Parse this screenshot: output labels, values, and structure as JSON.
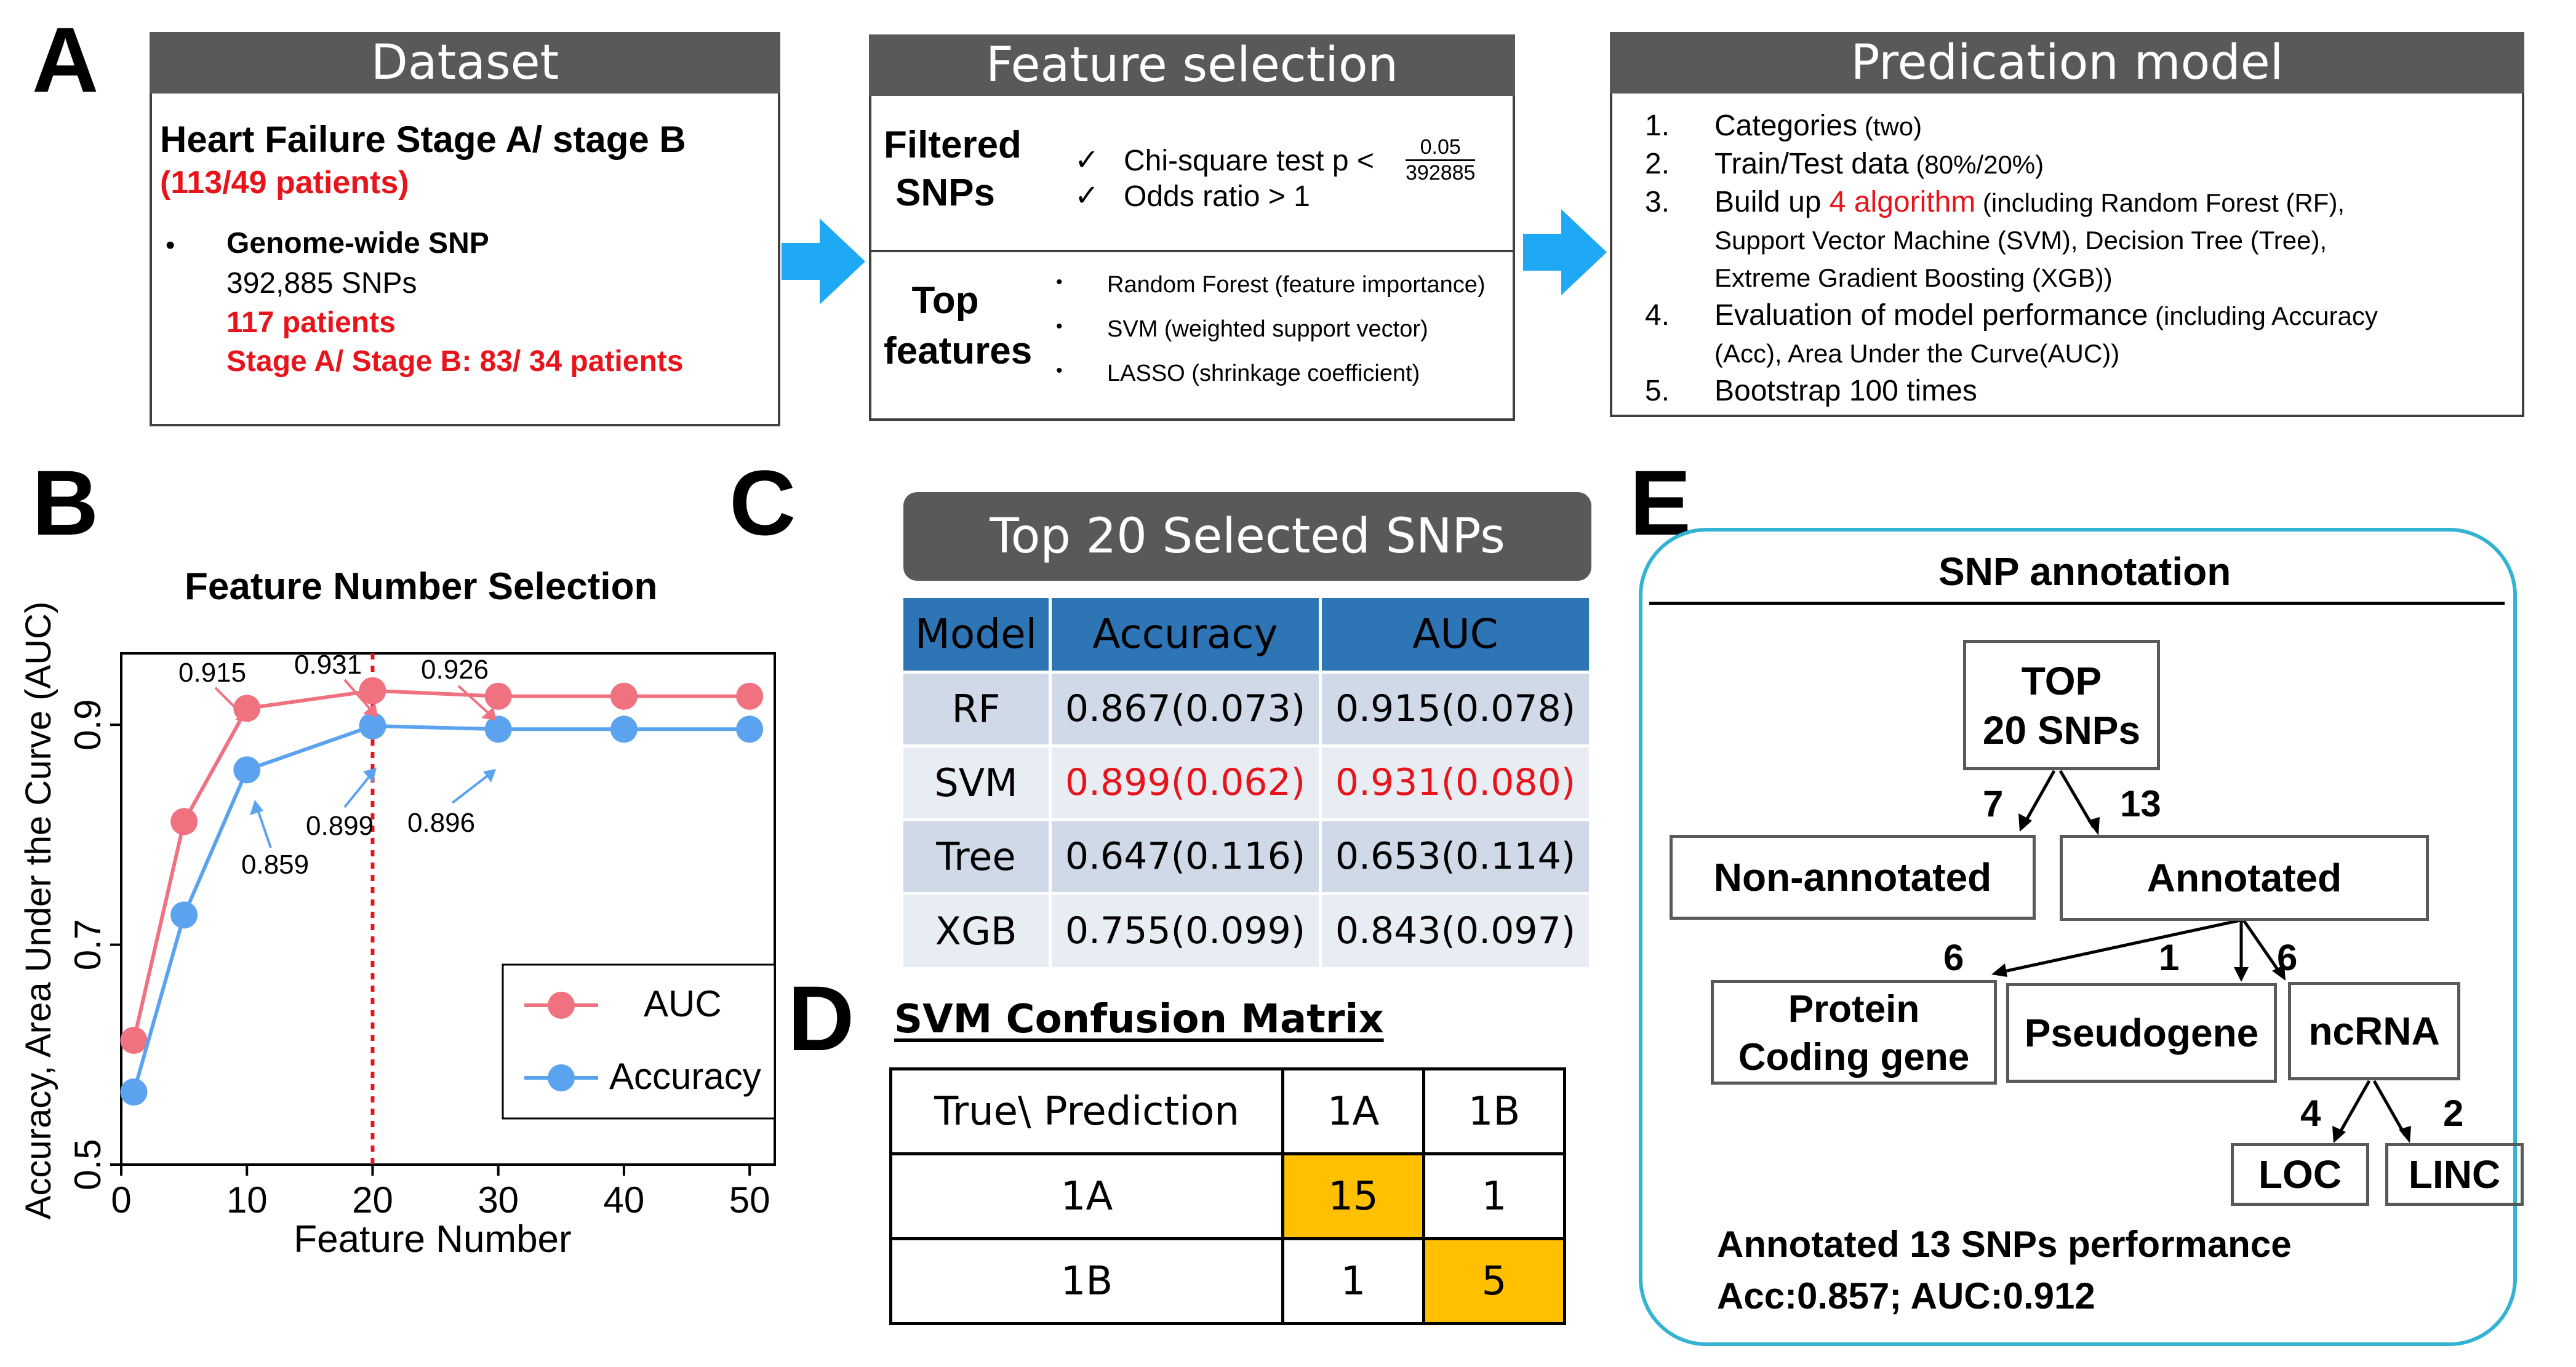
{
  "panel_labels": {
    "a": "A",
    "b": "B",
    "c": "C",
    "d": "D",
    "e": "E"
  },
  "dataset": {
    "header": "Dataset",
    "title": "Heart Failure Stage A/ stage B",
    "subtitle": "(113/49 patients)",
    "bullet": "•",
    "gw_title": "Genome-wide SNP",
    "snps": "392,885 SNPs",
    "patients": "117 patients",
    "stages": "Stage A/ Stage B: 83/ 34 patients"
  },
  "feature_selection": {
    "header": "Feature selection",
    "filtered_1": "Filtered",
    "filtered_2": "SNPs",
    "check": "✓",
    "chi": "Chi-square test p <",
    "frac_num": "0.05",
    "frac_den": "392885",
    "odds": "Odds ratio > 1",
    "top_1": "Top",
    "top_2": "features",
    "bullet": "•",
    "methods": [
      "Random Forest (feature importance)",
      "SVM (weighted support vector)",
      "LASSO (shrinkage coefficient)"
    ]
  },
  "prediction_model": {
    "header": "Predication model",
    "items": [
      {
        "num": "1.",
        "text": "Categories",
        "small": " (two)"
      },
      {
        "num": "2.",
        "text": "Train/Test data",
        "small": " (80%/20%)"
      },
      {
        "num": "3.",
        "text": "Build up ",
        "red": "4 algorithm",
        "small": " (including Random Forest (RF),"
      },
      {
        "cont": "Support Vector Machine (SVM), Decision Tree (Tree),"
      },
      {
        "cont": "Extreme Gradient Boosting (XGB))"
      },
      {
        "num": "4.",
        "text": "Evaluation of model performance",
        "small": " (including Accuracy"
      },
      {
        "cont": "(Acc), Area Under the Curve(AUC))"
      },
      {
        "num": "5.",
        "text": "Bootstrap 100 times"
      }
    ]
  },
  "chart_data": {
    "type": "line",
    "title": "Feature Number Selection",
    "xlabel": "Feature Number",
    "ylabel": "Accuracy, Area Under the Curve (AUC)",
    "x": [
      1,
      5,
      10,
      20,
      30,
      40,
      50
    ],
    "xlim": [
      0,
      52
    ],
    "ylim": [
      0.5,
      0.965
    ],
    "xticks": [
      "0",
      "10",
      "20",
      "30",
      "40",
      "50"
    ],
    "yticks": [
      "0.5",
      "0.7",
      "0.9"
    ],
    "legend_position": "bottom-right",
    "vline_x": 20,
    "series": [
      {
        "name": "AUC",
        "color": "#f0717f",
        "values": [
          0.613,
          0.812,
          0.915,
          0.931,
          0.926,
          0.926,
          0.926
        ]
      },
      {
        "name": "Accuracy",
        "color": "#5ba3ee",
        "values": [
          0.566,
          0.727,
          0.859,
          0.899,
          0.896,
          0.896,
          0.896
        ]
      }
    ],
    "annotations": [
      "0.915",
      "0.931",
      "0.926",
      "0.899",
      "0.896",
      "0.859"
    ]
  },
  "top20": {
    "header": "Top 20 Selected SNPs",
    "columns": [
      "Model",
      "Accuracy",
      "AUC"
    ],
    "rows": [
      [
        "RF",
        "0.867(0.073)",
        "0.915(0.078)"
      ],
      [
        "SVM",
        "0.899(0.062)",
        "0.931(0.080)"
      ],
      [
        "Tree",
        "0.647(0.116)",
        "0.653(0.114)"
      ],
      [
        "XGB",
        "0.755(0.099)",
        "0.843(0.097)"
      ]
    ],
    "highlight_color": "#e8141b"
  },
  "confusion": {
    "title": "SVM Confusion Matrix",
    "header": [
      "True\\ Prediction",
      "1A",
      "1B"
    ],
    "rows": [
      [
        "1A",
        "15",
        "1"
      ],
      [
        "1B",
        "1",
        "5"
      ]
    ],
    "highlight_color": "#ffc000"
  },
  "annotation": {
    "title": "SNP annotation",
    "top_1": "TOP",
    "top_2": "20 SNPs",
    "n7": "7",
    "n13": "13",
    "non_annotated": "Non-annotated",
    "annotated": "Annotated",
    "n6a": "6",
    "n1": "1",
    "n6b": "6",
    "protein_1": "Protein",
    "protein_2": "Coding gene",
    "pseudogene": "Pseudogene",
    "ncrna": "ncRNA",
    "n4": "4",
    "n2": "2",
    "loc": "LOC",
    "linc": "LINC",
    "perf_1": "Annotated 13 SNPs performance",
    "perf_2": "Acc:0.857; AUC:0.912"
  },
  "colors": {
    "header_bg": "#595959",
    "table_header": "#2e75b6",
    "row_a": "#cfd9e8",
    "row_b": "#e8edf4",
    "arrow": "#1fa8f4",
    "annotation_border": "#33b3d1"
  }
}
